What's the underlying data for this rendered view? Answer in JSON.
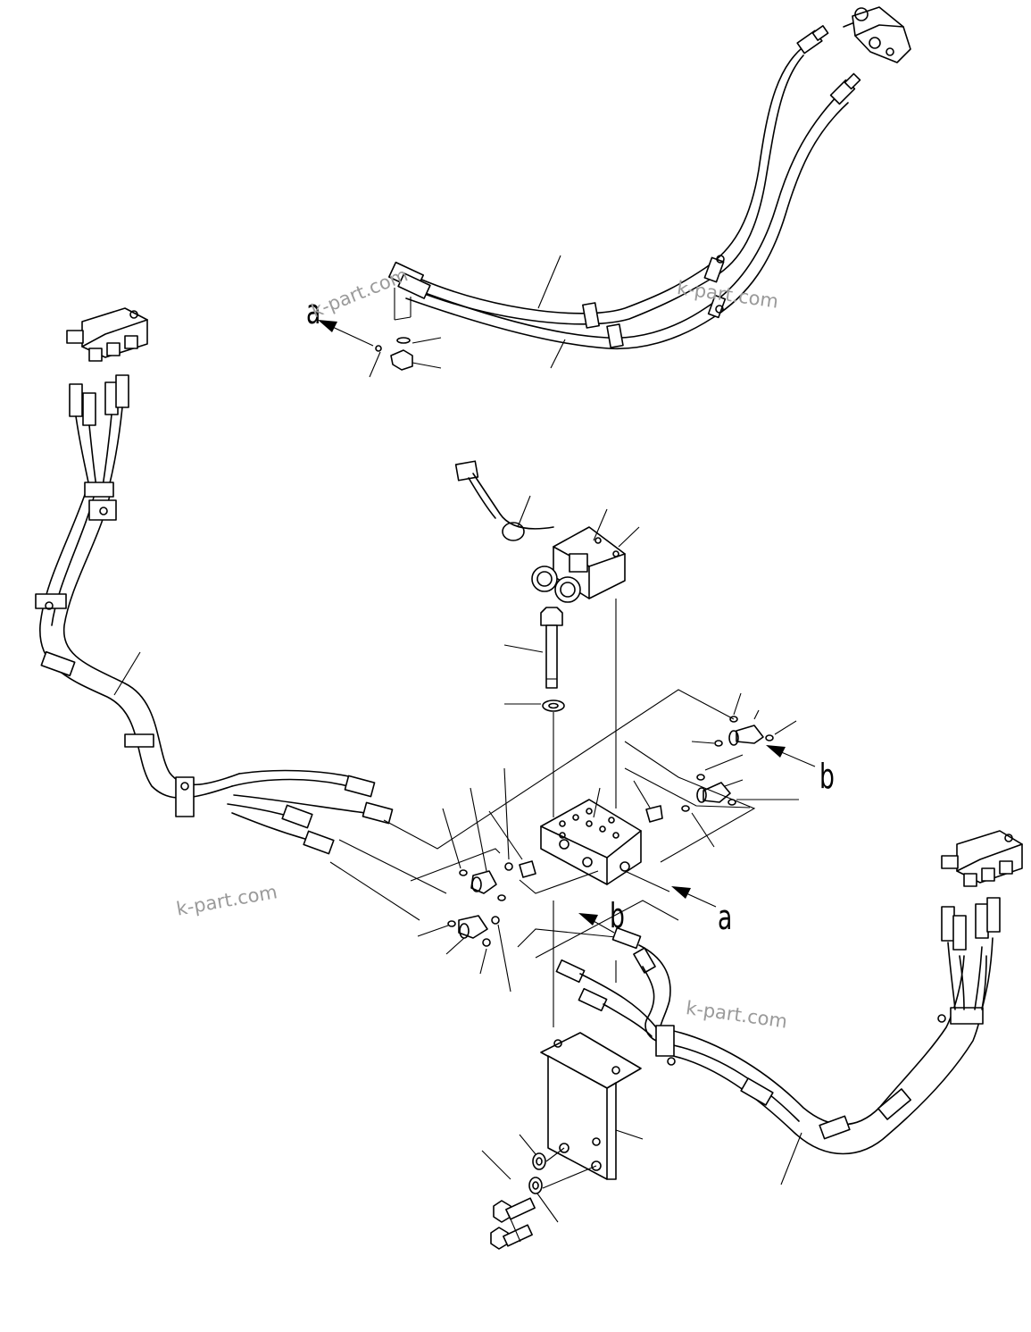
{
  "callout_letters": {
    "a_top": "a",
    "b_right": "b",
    "a_center": "a",
    "b_center": "b"
  },
  "watermarks": {
    "top_right": "k-part.com",
    "top_left": "k-part.com",
    "left": "k-part.com",
    "bottom_right": "k-part.com"
  }
}
